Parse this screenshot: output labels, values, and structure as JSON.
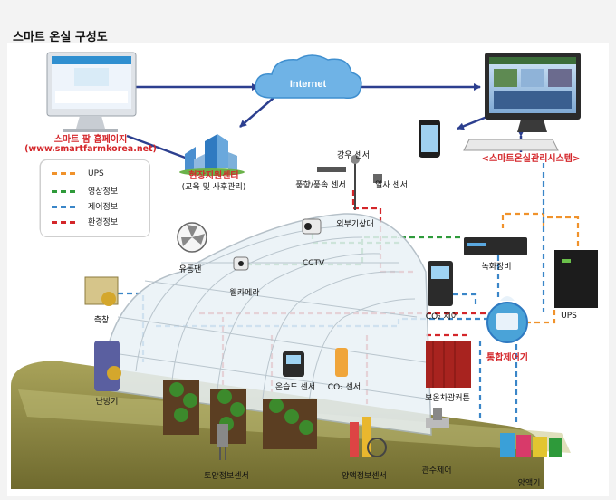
{
  "title": "스마트 온실 구성도",
  "internet": "Internet",
  "homepage": {
    "name": "스마트 팜 홈페이지",
    "url": "(www.smartfarmkorea.net)"
  },
  "support_center": {
    "name": "현장지원센터",
    "sub": "(교육 및 사후관리)"
  },
  "mgmt_system": "<스마트온실관리시스템>",
  "legend": [
    {
      "label": "UPS",
      "color": "#f0922b"
    },
    {
      "label": "영상정보",
      "color": "#2e9a3a"
    },
    {
      "label": "제어정보",
      "color": "#3a86c8"
    },
    {
      "label": "환경정보",
      "color": "#d4262a"
    }
  ],
  "labels": {
    "rain_sensor": "강우 센서",
    "wind_sensor": "풍향/풍속 센서",
    "solar_sensor": "일사 센서",
    "weather_station": "외부기상대",
    "dvr": "녹화장비",
    "ups": "UPS",
    "fan": "유동팬",
    "cctv": "CCTV",
    "webcam": "웹카메라",
    "co2_control": "CO₂ 제어",
    "side_window": "측창",
    "integrated_controller": "통합제어기",
    "heater": "난방기",
    "humidity_sensor": "온습도 센서",
    "co2_sensor": "CO₂ 센서",
    "curtain": "보온차광커튼",
    "soil_sensor": "토양정보센서",
    "nutrient_sensor": "양액정보센서",
    "irrigation": "관수제어",
    "nutrient_machine": "양액기"
  }
}
